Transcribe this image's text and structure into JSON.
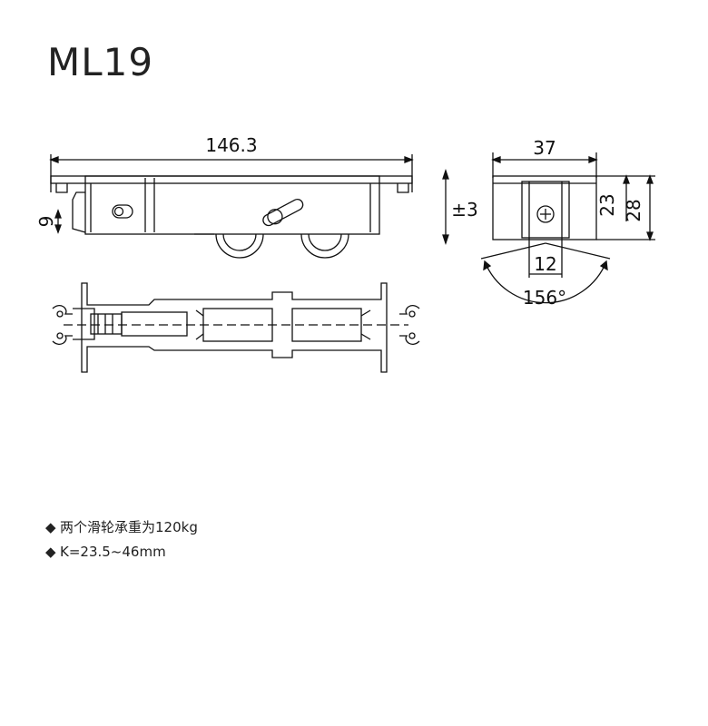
{
  "model": "ML19",
  "dimensions": {
    "length": "146.3",
    "width": "37",
    "adjust": "±3",
    "wheel_offset": "9",
    "height_inner": "23",
    "height_total": "28",
    "spacing": "12",
    "angle": "156°"
  },
  "notes": [
    {
      "bullet": "◆",
      "text": "两个滑轮承重为120kg"
    },
    {
      "bullet": "◆",
      "text": "K=23.5~46mm"
    }
  ]
}
